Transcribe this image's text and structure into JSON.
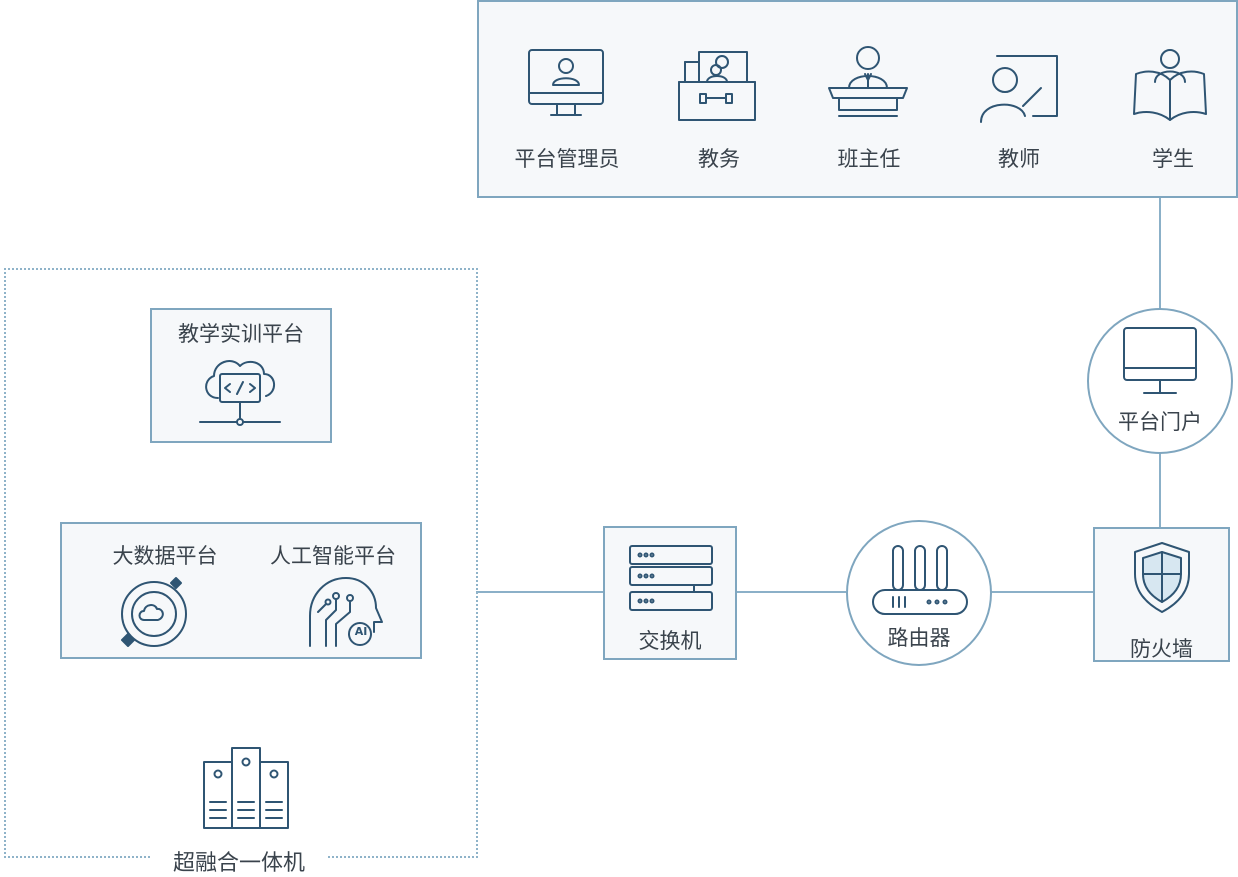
{
  "users": {
    "admin": "平台管理员",
    "academic": "教务",
    "head_teacher": "班主任",
    "teacher": "教师",
    "student": "学生"
  },
  "portal": "平台门户",
  "firewall": "防火墙",
  "router": "路由器",
  "switch": "交换机",
  "cluster": {
    "title": "超融合一体机",
    "training": "教学实训平台",
    "bigdata": "大数据平台",
    "ai": "人工智能平台",
    "ai_badge": "AI"
  },
  "colors": {
    "border": "#7fa6bf",
    "icon": "#2f5573",
    "panel": "#f6f8fa",
    "connector": "#8bb0c8"
  }
}
